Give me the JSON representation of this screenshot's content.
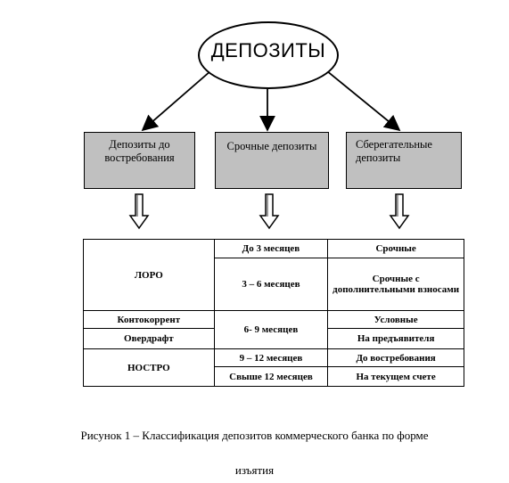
{
  "root": {
    "label": "ДЕПОЗИТЫ"
  },
  "categories": [
    {
      "label": "Депозиты до востребования"
    },
    {
      "label": "Срочные депозиты"
    },
    {
      "label": "Сберегательные депозиты"
    }
  ],
  "table": {
    "col1": {
      "loro": "ЛОРО",
      "kontokorrent": "Контокоррент",
      "overdraft": "Овердрафт",
      "nostro": "НОСТРО"
    },
    "col2": {
      "m0_3": "До 3 месяцев",
      "m3_6": "3 – 6 месяцев",
      "m6_9": "6- 9 месяцев",
      "m9_12": "9 – 12 месяцев",
      "m12": "Свыше 12 месяцев"
    },
    "col3": {
      "urgent": "Срочные",
      "urgent_extra": "Срочные с дополнительными взносами",
      "conditional": "Условные",
      "bearer": "На предъявителя",
      "demand": "До востребования",
      "current": "На текущем счете"
    }
  },
  "caption": {
    "line1": "Рисунок 1 – Классификация депозитов коммерческого банка по форме",
    "line2": "изъятия"
  }
}
